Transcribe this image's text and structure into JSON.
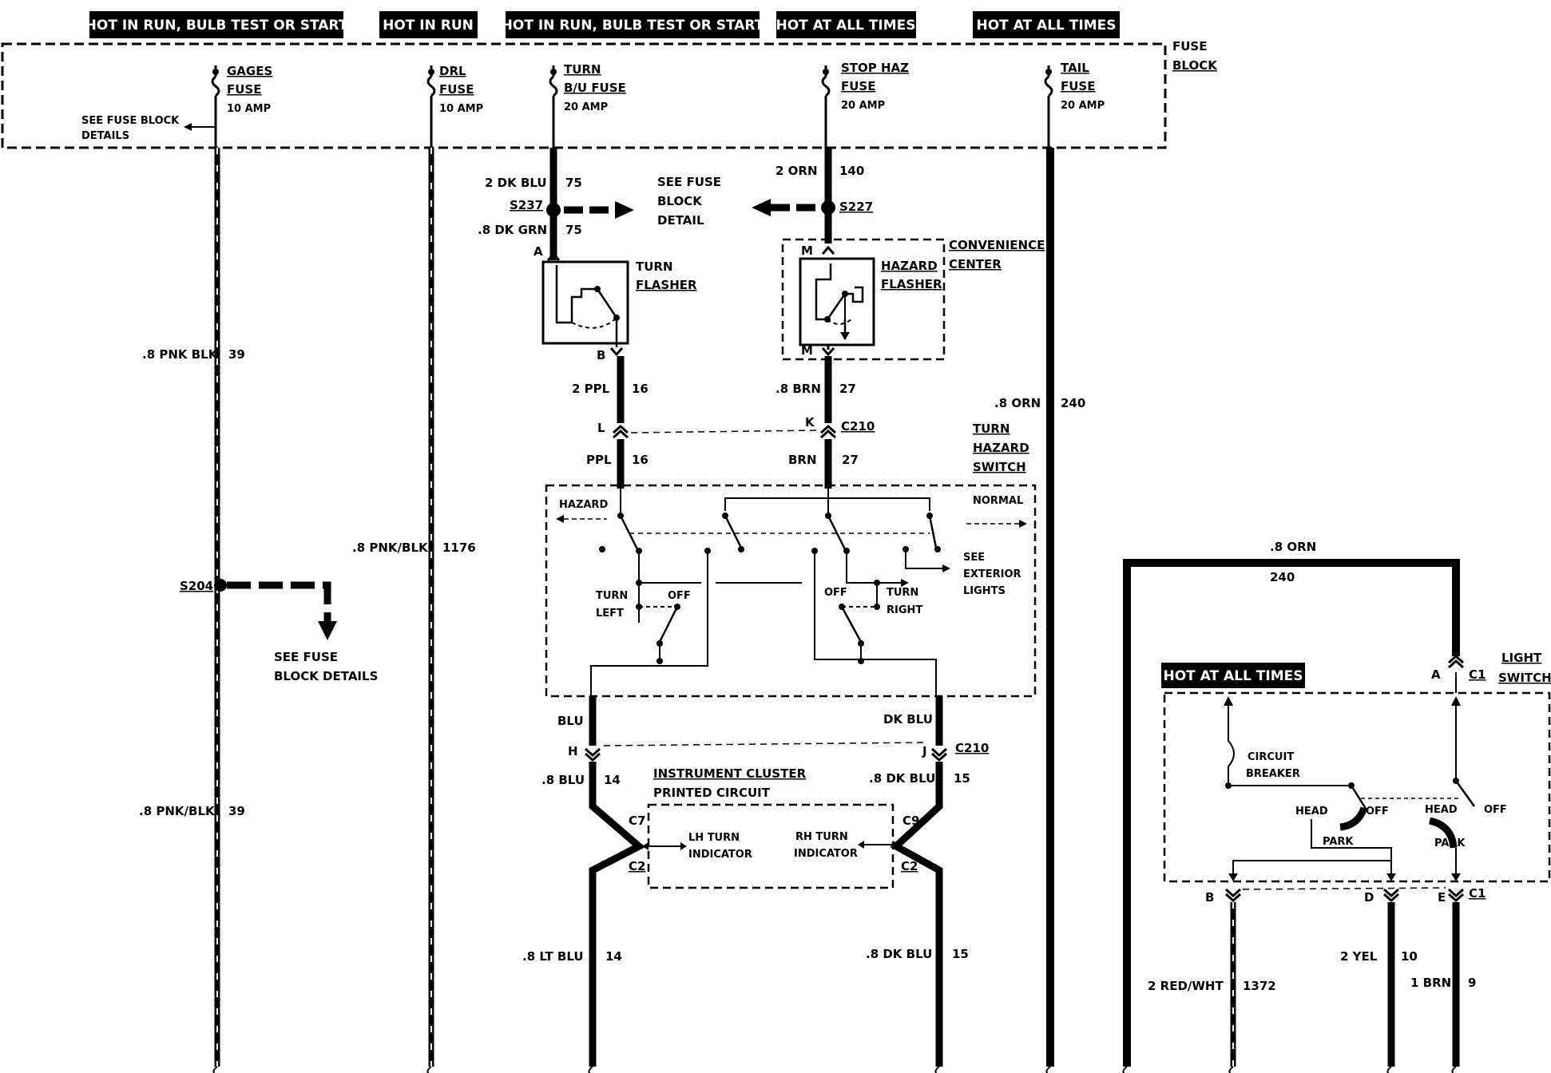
{
  "headers": {
    "gages": "HOT IN RUN, BULB TEST OR START",
    "drl": "HOT IN RUN",
    "turn": "HOT IN RUN, BULB TEST OR START",
    "stop": "HOT AT ALL TIMES",
    "tail": "HOT AT ALL TIMES",
    "light_switch": "HOT AT ALL TIMES"
  },
  "fuse_block": {
    "label1": "FUSE",
    "label2": "BLOCK"
  },
  "fuses": {
    "gages": {
      "name1": "GAGES",
      "name2": "FUSE",
      "amp": "10 AMP"
    },
    "drl": {
      "name1": "DRL",
      "name2": "FUSE",
      "amp": "10 AMP"
    },
    "turn": {
      "name1": "TURN",
      "name2": "B/U FUSE",
      "amp": "20 AMP"
    },
    "stop": {
      "name1": "STOP HAZ",
      "name2": "FUSE",
      "amp": "20 AMP"
    },
    "tail": {
      "name1": "TAIL",
      "name2": "FUSE",
      "amp": "20 AMP"
    }
  },
  "notes": {
    "see_fuse_block_details_1": "SEE FUSE BLOCK",
    "see_fuse_block_details_2": "DETAILS",
    "see_fuse_block_detail_1": "SEE FUSE",
    "see_fuse_block_detail_2": "BLOCK",
    "see_fuse_block_detail_3": "DETAIL",
    "see_fuse_s204_1": "SEE FUSE",
    "see_fuse_s204_2": "BLOCK DETAILS",
    "see_exterior_1": "SEE",
    "see_exterior_2": "EXTERIOR",
    "see_exterior_3": "LIGHTS"
  },
  "splices": {
    "s237": "S237",
    "s227": "S227",
    "s204": "S204"
  },
  "wires": {
    "w1_color": "2 DK BLU",
    "w1_num": "75",
    "w2_color": ".8 DK GRN",
    "w2_num": "75",
    "w3_color": "2 ORN",
    "w3_num": "140",
    "w4_color": ".8 PNK BLK",
    "w4_num": "39",
    "w5_color": "2 PPL",
    "w5_num": "16",
    "w6_color": ".8 BRN",
    "w6_num": "27",
    "w7_color": ".8 ORN",
    "w7_num": "240",
    "w8_color": "PPL",
    "w8_num": "16",
    "w9_color": "BRN",
    "w9_num": "27",
    "w10_color": ".8 PNK/BLK",
    "w10_num": "1176",
    "w11_color": "BLU",
    "w12_color": "DK BLU",
    "w13_color": ".8 BLU",
    "w13_num": "14",
    "w14_color": ".8 DK BLU",
    "w14_num": "15",
    "w15_color": ".8 PNK/BLK",
    "w15_num": "39",
    "w16_color": ".8 LT BLU",
    "w16_num": "14",
    "w17_color": ".8 DK BLU",
    "w17_num": "15",
    "w18_color": ".8 ORN",
    "w18_num": "240",
    "w19_color": "2 RED/WHT",
    "w19_num": "1372",
    "w20_color": "2 YEL",
    "w20_num": "10",
    "w21_color": "1 BRN",
    "w21_num": "9"
  },
  "turn_flasher": {
    "pin_in": "A",
    "pin_out": "B",
    "label1": "TURN",
    "label2": "FLASHER"
  },
  "hazard_flasher": {
    "pin_in": "M",
    "pin_out": "M",
    "label1": "HAZARD",
    "label2": "FLASHER"
  },
  "convenience_center": {
    "label1": "CONVENIENCE",
    "label2": "CENTER"
  },
  "c210_top": {
    "pin_l": "L",
    "pin_k": "K",
    "name": "C210"
  },
  "turn_hazard_switch": {
    "label1": "TURN",
    "label2": "HAZARD",
    "label3": "SWITCH",
    "hazard": "HAZARD",
    "normal": "NORMAL",
    "turn_left_1": "TURN",
    "turn_left_2": "LEFT",
    "off_left": "OFF",
    "off_right": "OFF",
    "turn_right_1": "TURN",
    "turn_right_2": "RIGHT"
  },
  "c210_bottom": {
    "pin_h": "H",
    "pin_j": "J",
    "name": "C210"
  },
  "instrument_cluster": {
    "label1": "INSTRUMENT CLUSTER",
    "label2": "PRINTED CIRCUIT",
    "c7": "C7",
    "c9": "C9",
    "c2_left": "C2",
    "c2_right": "C2",
    "lh_1": "LH TURN",
    "lh_2": "INDICATOR",
    "rh_1": "RH TURN",
    "rh_2": "INDICATOR"
  },
  "light_switch": {
    "label1": "LIGHT",
    "label2": "SWITCH",
    "pin_a": "A",
    "c1_top": "C1",
    "circuit_1": "CIRCUIT",
    "circuit_2": "BREAKER",
    "head_left": "HEAD",
    "off_left": "OFF",
    "park_left": "PARK",
    "head_right": "HEAD",
    "off_right": "OFF",
    "park_right": "PARK",
    "pin_b": "B",
    "pin_d": "D",
    "pin_e": "E",
    "c1_bottom": "C1"
  }
}
